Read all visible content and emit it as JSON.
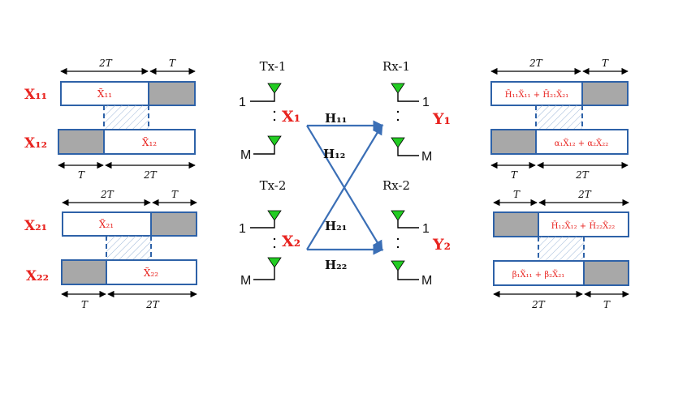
{
  "colors": {
    "label_red": "#e8231f",
    "box_border": "#2e62a8",
    "slot_gray": "#a8a8a8",
    "antenna_green": "#22cc22",
    "channel_arrow": "#3b6fb6"
  },
  "left": {
    "group1": {
      "top_dims": {
        "long": "2T",
        "short": "T"
      },
      "row1": {
        "label": "X₁₁",
        "content": "X̃₁₁"
      },
      "row2": {
        "label": "X₁₂",
        "content": "X̃₁₂"
      },
      "bottom_dims": {
        "short": "T",
        "long": "2T"
      }
    },
    "group2": {
      "top_dims": {
        "long": "2T",
        "short": "T"
      },
      "row1": {
        "label": "X₂₁",
        "content": "X̃₂₁"
      },
      "row2": {
        "label": "X₂₂",
        "content": "X̃₂₂"
      },
      "bottom_dims": {
        "short": "T",
        "long": "2T"
      }
    }
  },
  "middle": {
    "tx1": {
      "title": "Tx-1",
      "ant_top": "1",
      "ant_bottom": "M",
      "signal": "X₁"
    },
    "tx2": {
      "title": "Tx-2",
      "ant_top": "1",
      "ant_bottom": "M",
      "signal": "X₂"
    },
    "rx1": {
      "title": "Rx-1",
      "ant_top": "1",
      "ant_bottom": "M",
      "signal": "Y₁"
    },
    "rx2": {
      "title": "Rx-2",
      "ant_top": "1",
      "ant_bottom": "M",
      "signal": "Y₂"
    },
    "channels": {
      "h11": "H₁₁",
      "h12": "H₁₂",
      "h21": "H₂₁",
      "h22": "H₂₂"
    }
  },
  "right": {
    "group1": {
      "top_dims": {
        "long": "2T",
        "short": "T"
      },
      "row1": {
        "content": "H̄₁₁X̃₁₁ + H̄₂₁X̃₂₁"
      },
      "row2": {
        "content": "α₁X̃₁₂ + α₂X̃₂₂"
      },
      "bottom_dims": {
        "short": "T",
        "long": "2T"
      }
    },
    "group2": {
      "top_dims": {
        "short": "T",
        "long": "2T"
      },
      "row1": {
        "content": "H̄₁₂X̃₁₂ + H̄₂₂X̃₂₂"
      },
      "row2": {
        "content": "β₁X̃₁₁ + β₂X̃₂₁"
      },
      "bottom_dims": {
        "long": "2T",
        "short": "T"
      }
    }
  }
}
